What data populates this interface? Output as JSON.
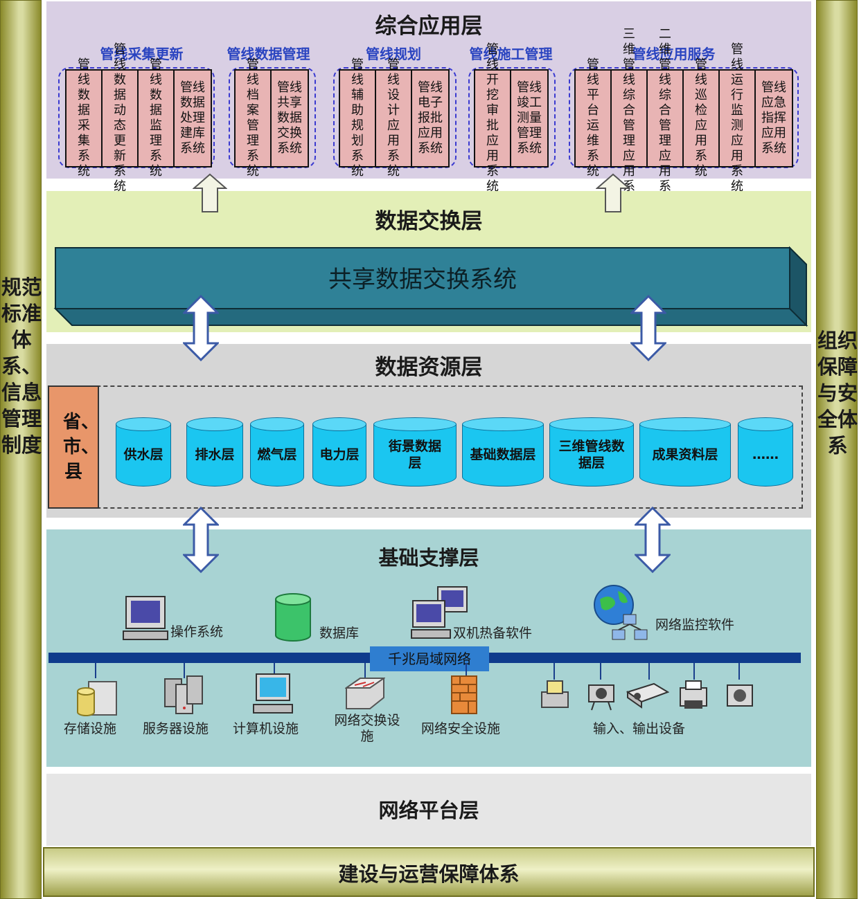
{
  "pillars": {
    "left": "规范标准体系、信息管理制度",
    "right": "组织保障与安全体系"
  },
  "app_layer": {
    "title": "综合应用层",
    "groups": [
      {
        "title": "管线采集更新",
        "systems": [
          "管线数据采集系统",
          "管线数据动态更新系统",
          "管线数据监理系统",
          "管线数据处理建库系统"
        ]
      },
      {
        "title": "管线数据管理",
        "systems": [
          "管线档案管理系统",
          "管线共享数据交换系统"
        ]
      },
      {
        "title": "管线规划",
        "systems": [
          "管线辅助规划系统",
          "管线设计应用系统",
          "管线电子报批应用系统"
        ]
      },
      {
        "title": "管线施工管理",
        "systems": [
          "管线开挖审批应用系统",
          "管线竣工测量管理系统"
        ]
      },
      {
        "title": "管线应用服务",
        "systems": [
          "管线平台运维系统",
          "三维管线综合管理应用系统",
          "二维管线综合管理应用系统",
          "管线巡检应用系统",
          "管线运行监测应用系统",
          "管线应急指挥应用系统"
        ]
      }
    ]
  },
  "exchange_layer": {
    "title": "数据交换层",
    "bar_label": "共享数据交换系统"
  },
  "resource_layer": {
    "title": "数据资源层",
    "side_label": "省、市、县",
    "databases": [
      "供水层",
      "排水层",
      "燃气层",
      "电力层",
      "街景数据层",
      "基础数据层",
      "三维管线数据层",
      "成果资料层",
      "……"
    ]
  },
  "support_layer": {
    "title": "基础支撑层",
    "software": [
      "操作系统",
      "数据库",
      "双机热备软件",
      "网络监控软件"
    ],
    "network_label": "千兆局域网络",
    "hardware": [
      "存储设施",
      "服务器设施",
      "计算机设施",
      "网络交换设施",
      "网络安全设施",
      "输入、输出设备"
    ]
  },
  "network_layer": {
    "title": "网络平台层"
  },
  "bottom_bar": {
    "title": "建设与运营保障体系"
  },
  "colors": {
    "app_bg": "#d9cfe4",
    "exchange_bg": "#e3efb7",
    "resource_bg": "#d6d6d6",
    "support_bg": "#a8d3d3",
    "network_bg": "#e6e6e6",
    "exchange_bar": "#2f8197",
    "cylinder": "#1bc6f0",
    "system_box": "#e8b4b4",
    "group_title": "#2a44c0"
  }
}
